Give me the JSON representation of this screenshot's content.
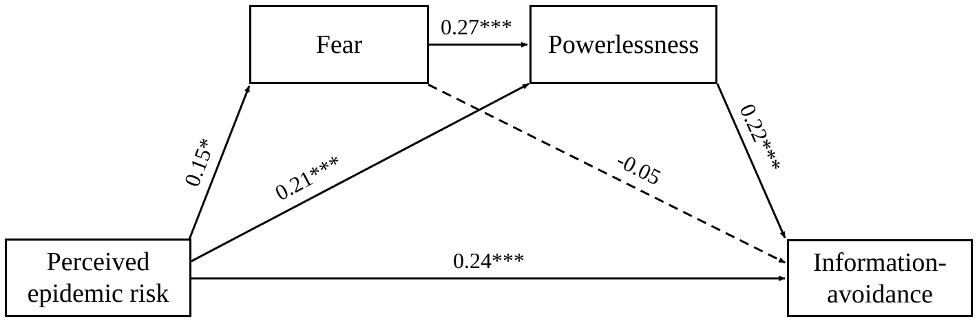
{
  "nodes": {
    "fear": {
      "label": "Fear"
    },
    "powerlessness": {
      "label": "Powerlessness"
    },
    "risk": {
      "label_line1": "Perceived",
      "label_line2": "epidemic risk"
    },
    "avoidance": {
      "label_line1": "Information-",
      "label_line2": "avoidance"
    }
  },
  "paths": {
    "fear_to_powerlessness": {
      "coefficient": "0.27***",
      "style": "solid"
    },
    "risk_to_fear": {
      "coefficient": "0.15*",
      "style": "solid"
    },
    "risk_to_powerlessness": {
      "coefficient": "0.21***",
      "style": "solid"
    },
    "fear_to_avoidance": {
      "coefficient": "-0.05",
      "style": "dashed"
    },
    "powerlessness_to_avoidance": {
      "coefficient": "0.22***",
      "style": "solid"
    },
    "risk_to_avoidance": {
      "coefficient": "0.24***",
      "style": "solid"
    }
  },
  "colors": {
    "line": "#000000",
    "background": "#ffffff"
  }
}
